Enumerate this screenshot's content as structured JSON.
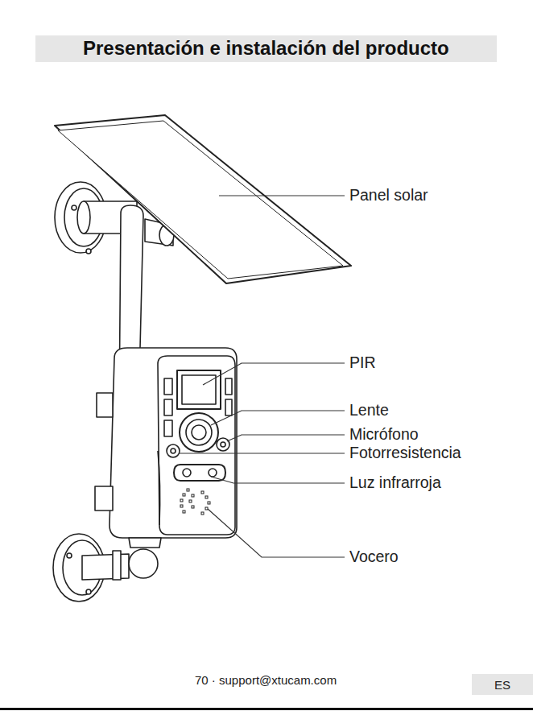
{
  "diagram": {
    "title": "Presentación e instalación del producto",
    "labels": [
      "Panel solar",
      "PIR",
      "Lente",
      "Micrófono",
      "Fotorresistencia",
      "Luz infrarroja",
      "Vocero",
      "70 · support@xtucam.com",
      "ES"
    ]
  }
}
